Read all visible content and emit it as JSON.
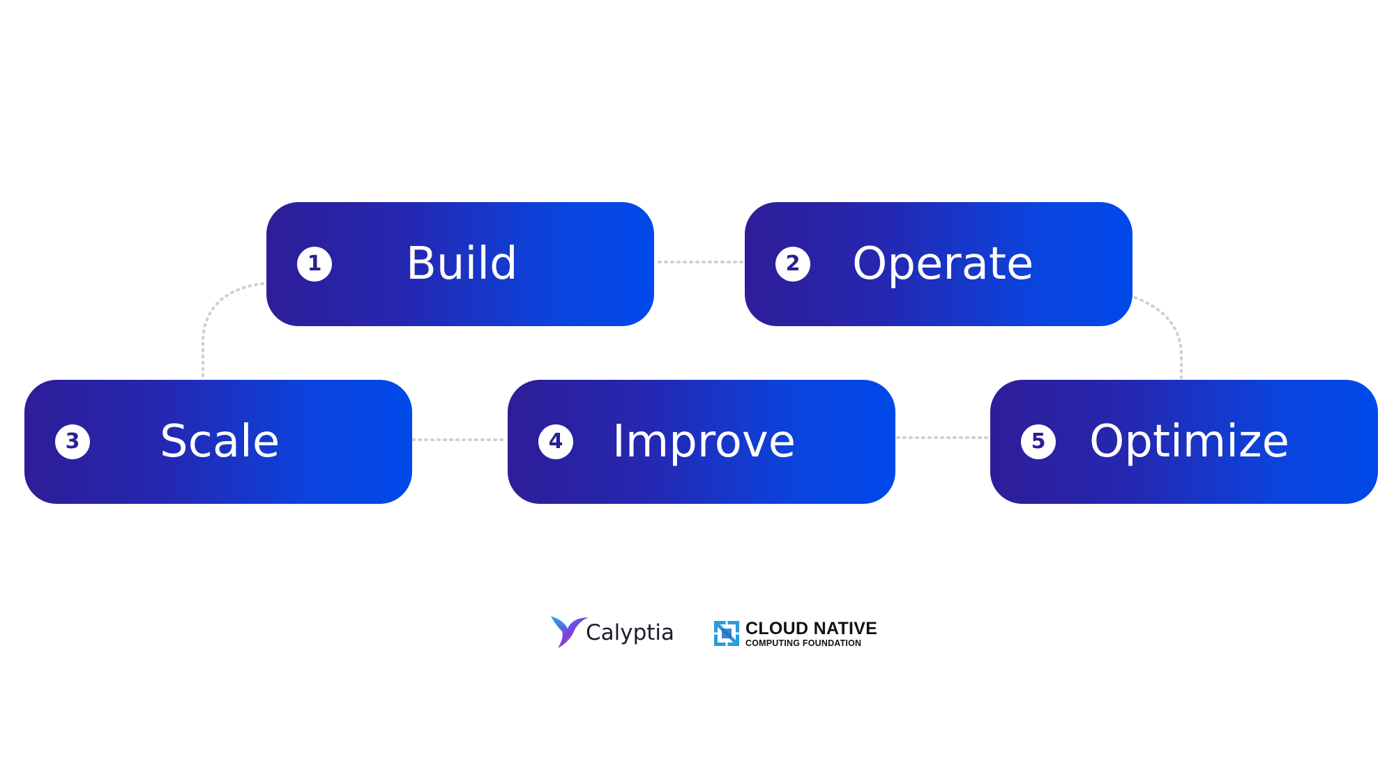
{
  "steps": [
    {
      "number": "1",
      "label": "Build"
    },
    {
      "number": "2",
      "label": "Operate"
    },
    {
      "number": "3",
      "label": "Scale"
    },
    {
      "number": "4",
      "label": "Improve"
    },
    {
      "number": "5",
      "label": "Optimize"
    }
  ],
  "logos": {
    "calyptia": {
      "name": "Calyptia",
      "icon": "calyptia-bird-icon"
    },
    "cncf": {
      "line1": "CLOUD NATIVE",
      "line2": "COMPUTING FOUNDATION",
      "icon": "cncf-icon"
    }
  },
  "colors": {
    "gradient_start": "#2e1d98",
    "gradient_end": "#0049ea",
    "connector": "#cfcfd4"
  }
}
